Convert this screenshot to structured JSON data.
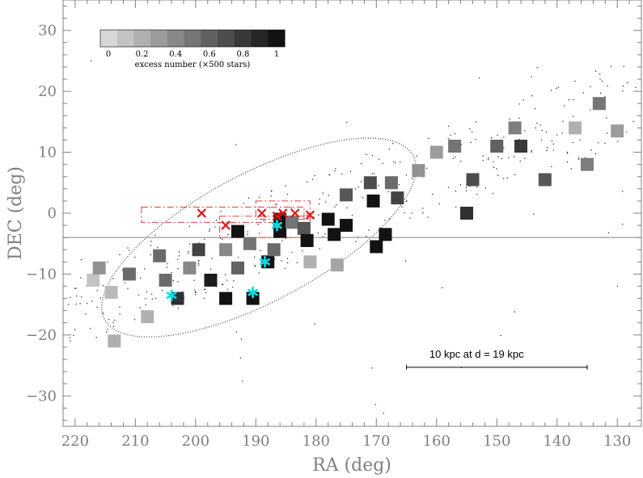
{
  "chart_data": {
    "type": "scatter",
    "xlabel": "RA (deg)",
    "ylabel": "DEC (deg)",
    "xlim": [
      222,
      126
    ],
    "ylim": [
      -35,
      35
    ],
    "x_ticks": [
      "220",
      "210",
      "200",
      "190",
      "180",
      "170",
      "160",
      "150",
      "140",
      "130"
    ],
    "x_tick_values": [
      220,
      210,
      200,
      190,
      180,
      170,
      160,
      150,
      140,
      130
    ],
    "y_ticks": [
      "30",
      "20",
      "10",
      "0",
      "−10",
      "−20",
      "−30"
    ],
    "y_tick_values": [
      30,
      20,
      10,
      0,
      -10,
      -20,
      -30
    ],
    "reference_line_dec": -4,
    "colorbar": {
      "label": "excess number (×500 stars)",
      "ticks": [
        "0",
        "0.2",
        "0.4",
        "0.6",
        "0.8",
        "1"
      ],
      "tick_values": [
        0,
        0.2,
        0.4,
        0.6,
        0.8,
        1
      ],
      "range": [
        0,
        1
      ]
    },
    "scale_bar": {
      "label": "10 kpc at d = 19 kpc",
      "ra_start": 165,
      "ra_end": 135,
      "dec": -25.3
    },
    "ellipse": {
      "center_ra": 189.5,
      "center_dec": -4,
      "semi_major_deg": 29,
      "semi_minor_deg": 10.5,
      "angle_deg": 28
    },
    "boxes": [
      {
        "ra_min": 182,
        "ra_max": 209,
        "dec_min": -1.5,
        "dec_max": 1
      },
      {
        "ra_min": 181,
        "ra_max": 190,
        "dec_min": -1,
        "dec_max": 2
      },
      {
        "ra_min": 181,
        "ra_max": 196,
        "dec_min": -4,
        "dec_max": -0.5
      }
    ],
    "excess_squares": [
      {
        "ra": 217,
        "dec": -11,
        "v": 0.1
      },
      {
        "ra": 216,
        "dec": -9,
        "v": 0.35
      },
      {
        "ra": 214,
        "dec": -13,
        "v": 0.15
      },
      {
        "ra": 213.5,
        "dec": -21,
        "v": 0.2
      },
      {
        "ra": 211,
        "dec": -10,
        "v": 0.55
      },
      {
        "ra": 208,
        "dec": -17,
        "v": 0.2
      },
      {
        "ra": 206,
        "dec": -7,
        "v": 0.55
      },
      {
        "ra": 205,
        "dec": -11,
        "v": 0.55
      },
      {
        "ra": 203,
        "dec": -14,
        "v": 0.85
      },
      {
        "ra": 201,
        "dec": -9,
        "v": 0.4
      },
      {
        "ra": 199.5,
        "dec": -6,
        "v": 0.75
      },
      {
        "ra": 197.5,
        "dec": -11,
        "v": 0.95
      },
      {
        "ra": 195,
        "dec": -14,
        "v": 1
      },
      {
        "ra": 195,
        "dec": -6,
        "v": 0.4
      },
      {
        "ra": 193,
        "dec": -3,
        "v": 1
      },
      {
        "ra": 193,
        "dec": -9,
        "v": 0.6
      },
      {
        "ra": 191,
        "dec": -5,
        "v": 0.5
      },
      {
        "ra": 190.5,
        "dec": -14,
        "v": 1
      },
      {
        "ra": 188,
        "dec": -8,
        "v": 1
      },
      {
        "ra": 187,
        "dec": -6,
        "v": 0.55
      },
      {
        "ra": 186,
        "dec": -1,
        "v": 1
      },
      {
        "ra": 186,
        "dec": -3,
        "v": 1
      },
      {
        "ra": 184,
        "dec": -1.5,
        "v": 0.5
      },
      {
        "ra": 182,
        "dec": -2.5,
        "v": 0.65
      },
      {
        "ra": 181.5,
        "dec": -4.5,
        "v": 1
      },
      {
        "ra": 181,
        "dec": -8,
        "v": 0.2
      },
      {
        "ra": 178,
        "dec": -1,
        "v": 1
      },
      {
        "ra": 177,
        "dec": -3.5,
        "v": 1
      },
      {
        "ra": 176.5,
        "dec": -8.5,
        "v": 0.25
      },
      {
        "ra": 175,
        "dec": 3,
        "v": 0.65
      },
      {
        "ra": 175,
        "dec": -2,
        "v": 1
      },
      {
        "ra": 171,
        "dec": 5,
        "v": 0.7
      },
      {
        "ra": 170.5,
        "dec": 2,
        "v": 1
      },
      {
        "ra": 170,
        "dec": -5.5,
        "v": 1
      },
      {
        "ra": 168.5,
        "dec": -3.5,
        "v": 1
      },
      {
        "ra": 167.5,
        "dec": 5,
        "v": 0.55
      },
      {
        "ra": 166.5,
        "dec": 2.5,
        "v": 0.75
      },
      {
        "ra": 163,
        "dec": 7,
        "v": 0.35
      },
      {
        "ra": 160,
        "dec": 10,
        "v": 0.3
      },
      {
        "ra": 157,
        "dec": 11,
        "v": 0.5
      },
      {
        "ra": 155,
        "dec": 0,
        "v": 0.85
      },
      {
        "ra": 154,
        "dec": 5.5,
        "v": 0.7
      },
      {
        "ra": 150,
        "dec": 11,
        "v": 0.6
      },
      {
        "ra": 147,
        "dec": 14,
        "v": 0.45
      },
      {
        "ra": 146,
        "dec": 11,
        "v": 0.8
      },
      {
        "ra": 142,
        "dec": 5.5,
        "v": 0.65
      },
      {
        "ra": 137,
        "dec": 14,
        "v": 0.2
      },
      {
        "ra": 135,
        "dec": 8,
        "v": 0.45
      },
      {
        "ra": 133,
        "dec": 18,
        "v": 0.5
      },
      {
        "ra": 130,
        "dec": 13.5,
        "v": 0.3
      }
    ],
    "red_crosses": [
      {
        "ra": 199,
        "dec": 0
      },
      {
        "ra": 195,
        "dec": -2
      },
      {
        "ra": 189,
        "dec": 0
      },
      {
        "ra": 186.5,
        "dec": -0.5
      },
      {
        "ra": 185.5,
        "dec": 0
      },
      {
        "ra": 183.5,
        "dec": 0
      },
      {
        "ra": 181,
        "dec": -0.3
      }
    ],
    "cyan_stars": [
      {
        "ra": 204,
        "dec": -13.5
      },
      {
        "ra": 190.5,
        "dec": -13
      },
      {
        "ra": 188.5,
        "dec": -8
      },
      {
        "ra": 186.5,
        "dec": -2
      }
    ]
  }
}
